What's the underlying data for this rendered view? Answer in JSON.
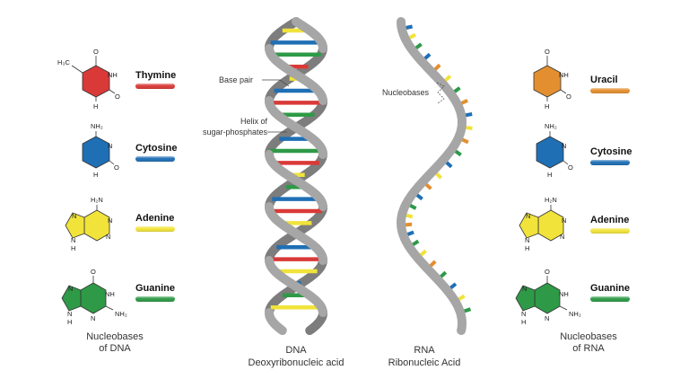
{
  "colors": {
    "thymine": "#d93a38",
    "cytosine": "#1f6fb5",
    "adenine": "#f1e33a",
    "guanine": "#2e9a47",
    "uracil": "#e38f30",
    "backbone": "#a6a6a6",
    "backbone_dark": "#7d7d7d"
  },
  "dna_bases": [
    {
      "name": "Thymine",
      "color_key": "thymine",
      "atoms": {
        "ch3": "H₃C",
        "o_top": "O",
        "nh": "NH",
        "o_right": "O",
        "h": "H"
      }
    },
    {
      "name": "Cytosine",
      "color_key": "cytosine",
      "atoms": {
        "nh2": "NH₂",
        "n": "N",
        "o": "O",
        "h": "H"
      }
    },
    {
      "name": "Adenine",
      "color_key": "adenine",
      "atoms": {
        "h2n": "H₂N",
        "n1": "N",
        "n3": "N",
        "n7": "N",
        "n9": "N",
        "h": "H"
      }
    },
    {
      "name": "Guanine",
      "color_key": "guanine",
      "atoms": {
        "o": "O",
        "nh": "NH",
        "n3": "N",
        "n7": "N",
        "n9": "N",
        "nh2": "NH₂",
        "h": "H"
      }
    }
  ],
  "rna_bases": [
    {
      "name": "Uracil",
      "color_key": "uracil",
      "atoms": {
        "o_top": "O",
        "nh": "NH",
        "o_right": "O",
        "h": "H"
      }
    },
    {
      "name": "Cytosine",
      "color_key": "cytosine",
      "atoms": {
        "nh2": "NH₂",
        "n": "N",
        "o": "O",
        "h": "H"
      }
    },
    {
      "name": "Adenine",
      "color_key": "adenine",
      "atoms": {
        "h2n": "H₂N",
        "n1": "N",
        "n3": "N",
        "n7": "N",
        "n9": "N",
        "h": "H"
      }
    },
    {
      "name": "Guanine",
      "color_key": "guanine",
      "atoms": {
        "o": "O",
        "nh": "NH",
        "n3": "N",
        "n7": "N",
        "n9": "N",
        "nh2": "NH₂",
        "h": "H"
      }
    }
  ],
  "labels": {
    "base_pair": "Base pair",
    "helix_line1": "Helix of",
    "helix_line2": "sugar-phosphates",
    "nucleobases_callout": "Nucleobases"
  },
  "captions": {
    "dna_nucleobases_line1": "Nucleobases",
    "dna_nucleobases_line2": "of DNA",
    "dna_line1": "DNA",
    "dna_line2": "Deoxyribonucleic acid",
    "rna_line1": "RNA",
    "rna_line2": "Ribonucleic Acid",
    "rna_nucleobases_line1": "Nucleobases",
    "rna_nucleobases_line2": "of RNA"
  },
  "dna_rung_colors": [
    "adenine",
    "cytosine",
    "guanine",
    "thymine",
    "adenine",
    "cytosine",
    "thymine",
    "guanine",
    "adenine",
    "cytosine",
    "guanine",
    "thymine",
    "adenine",
    "guanine",
    "cytosine",
    "thymine",
    "adenine",
    "guanine",
    "cytosine",
    "thymine",
    "adenine",
    "cytosine",
    "guanine",
    "adenine"
  ],
  "rna_tick_colors": [
    "cytosine",
    "adenine",
    "guanine",
    "cytosine",
    "uracil",
    "adenine",
    "guanine",
    "uracil",
    "cytosine",
    "adenine",
    "uracil",
    "guanine",
    "cytosine",
    "adenine",
    "uracil",
    "cytosine",
    "guanine",
    "adenine",
    "uracil",
    "cytosine",
    "guanine",
    "adenine",
    "uracil",
    "guanine",
    "cytosine",
    "adenine",
    "guanine"
  ]
}
